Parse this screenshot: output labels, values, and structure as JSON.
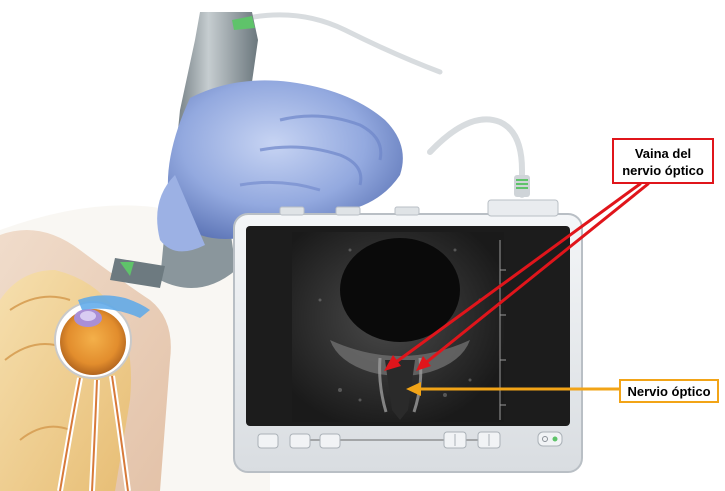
{
  "labels": {
    "sheath_line1": "Vaina del",
    "sheath_line2": "nervio óptico",
    "nerve": "Nervio óptico"
  },
  "colors": {
    "sheath_arrow": "#e0151b",
    "nerve_arrow": "#f2a417",
    "glove": "#8fa6de",
    "probe_accent": "#5fc36a",
    "screen_bg": "#1c1c1c",
    "device_body": "#e6e9ec"
  },
  "icons": [
    "ultrasound-probe-icon",
    "gloved-hand-icon",
    "eye-anatomy-icon",
    "ultrasound-monitor-icon"
  ]
}
